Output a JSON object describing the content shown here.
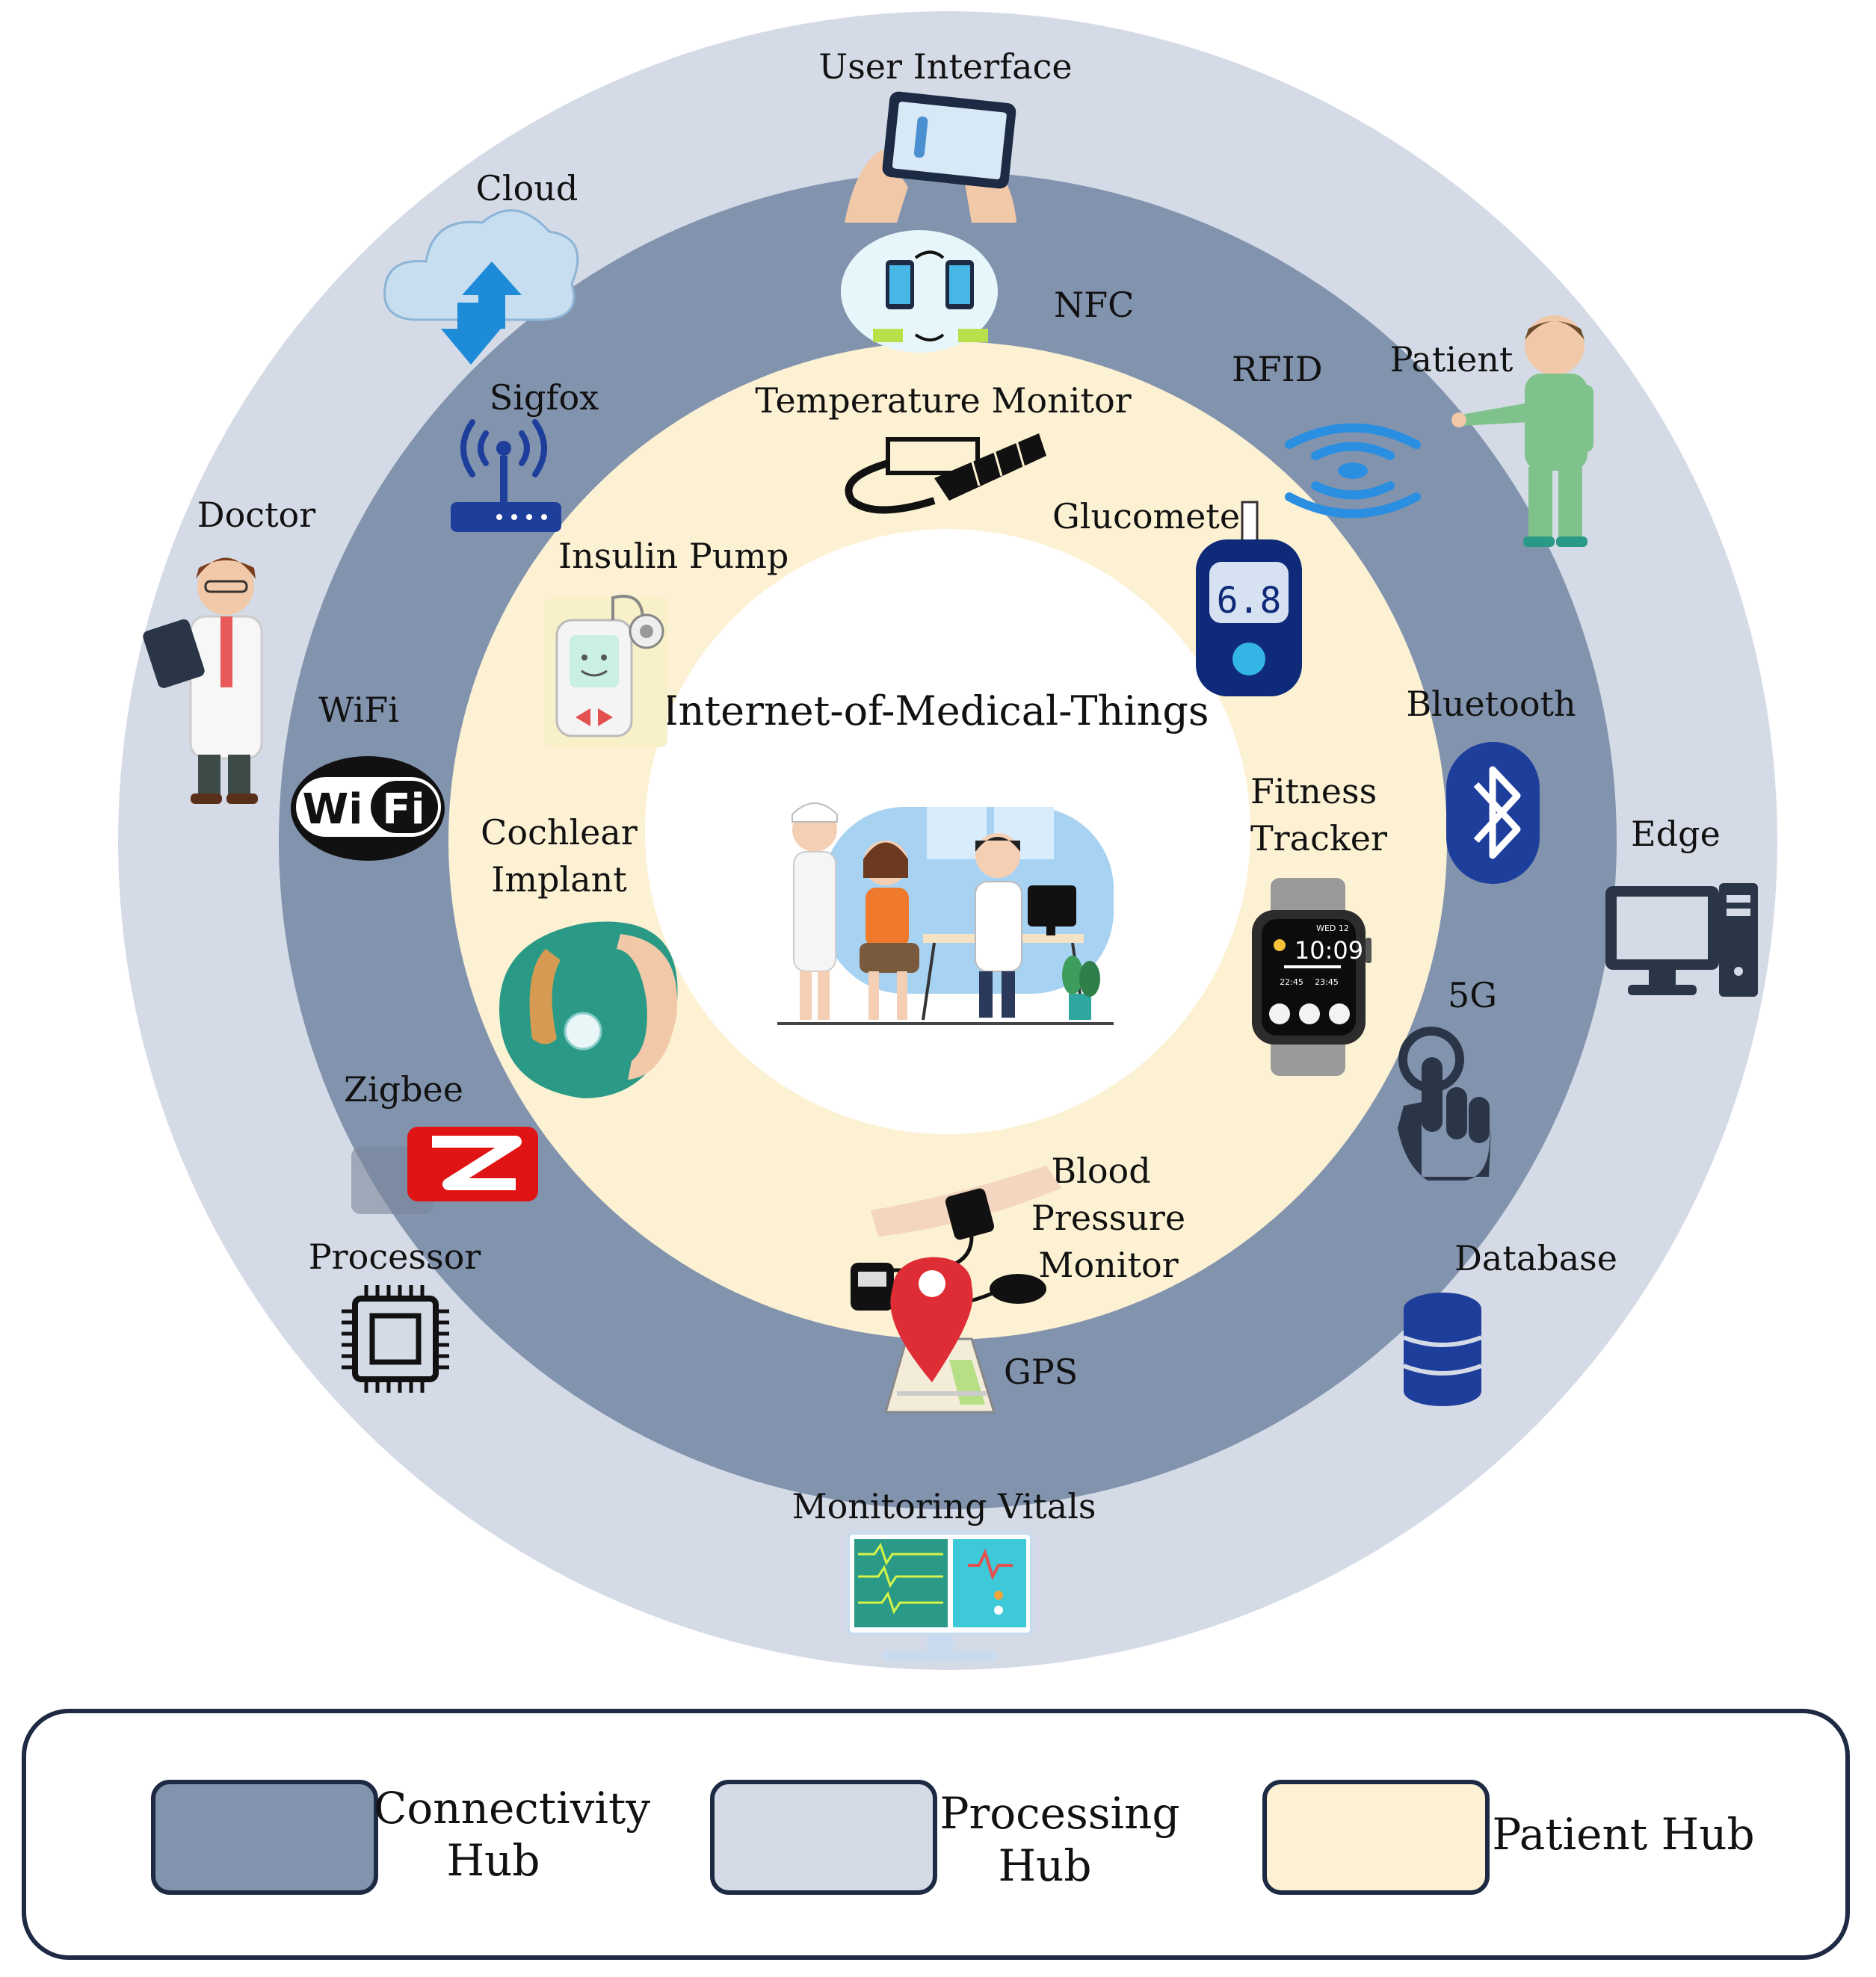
{
  "center": {
    "title": "Internet-of-Medical-Things"
  },
  "colors": {
    "processing_hub": "#d5dbe6",
    "connectivity_hub": "#8293ae",
    "patient_hub": "#fcf1d3",
    "center": "#ffffff",
    "legend_border": "#1e2a44"
  },
  "processing_hub": {
    "user_interface": "User Interface",
    "cloud": "Cloud",
    "patient": "Patient",
    "doctor": "Doctor",
    "edge": "Edge",
    "database": "Database",
    "processor": "Processor",
    "monitoring_vitals": "Monitoring Vitals"
  },
  "connectivity_hub": {
    "nfc": "NFC",
    "rfid": "RFID",
    "sigfox": "Sigfox",
    "wifi": "WiFi",
    "wifi_logo_left": "Wi",
    "wifi_logo_right": "Fi",
    "bluetooth": "Bluetooth",
    "fiveg": "5G",
    "zigbee": "Zigbee",
    "gps": "GPS"
  },
  "patient_hub": {
    "temperature_monitor": "Temperature Monitor",
    "glucometer": "Glucometer",
    "glucometer_reading": "6.8",
    "insulin_pump": "Insulin Pump",
    "fitness_tracker_line1": "Fitness",
    "fitness_tracker_line2": "Tracker",
    "watch_time": "10:09",
    "watch_date": "WED 12",
    "watch_sub1": "22:45",
    "watch_sub2": "23:45",
    "cochlear_line1": "Cochlear",
    "cochlear_line2": "Implant",
    "bp_line1": "Blood",
    "bp_line2": "Pressure",
    "bp_line3": "Monitor"
  },
  "legend": {
    "connectivity_line1": "Connectivity",
    "connectivity_line2": "Hub",
    "processing_line1": "Processing",
    "processing_line2": "Hub",
    "patient": "Patient Hub"
  }
}
